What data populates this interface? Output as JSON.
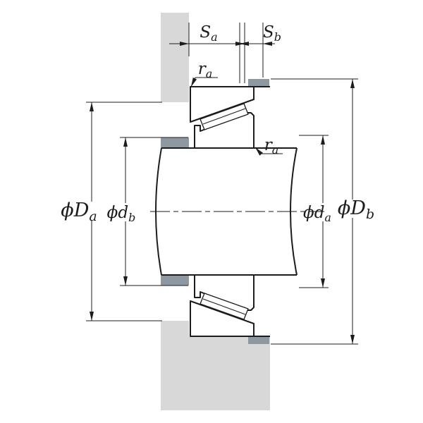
{
  "figure": {
    "type": "bearing-mounting-dimension-diagram",
    "description": "Cross-section of a tapered roller bearing on a shaft with housing, showing abutment and fillet dimensions",
    "colors": {
      "bg": "#ffffff",
      "housing": "#d8d8d8",
      "spacer": "#8d98a1",
      "line": "#1c1c1c"
    },
    "labels": {
      "sa": {
        "main": "S",
        "sub": "a"
      },
      "sb": {
        "main": "S",
        "sub": "b"
      },
      "ra_top": {
        "main": "r",
        "sub": "a"
      },
      "ra_side": {
        "main": "r",
        "sub": "a"
      },
      "dDa": {
        "main": "ϕD",
        "sub": "a"
      },
      "ddb": {
        "main": "ϕd",
        "sub": "b"
      },
      "dda": {
        "main": "ϕd",
        "sub": "a"
      },
      "dDb": {
        "main": "ϕD",
        "sub": "b"
      }
    }
  }
}
